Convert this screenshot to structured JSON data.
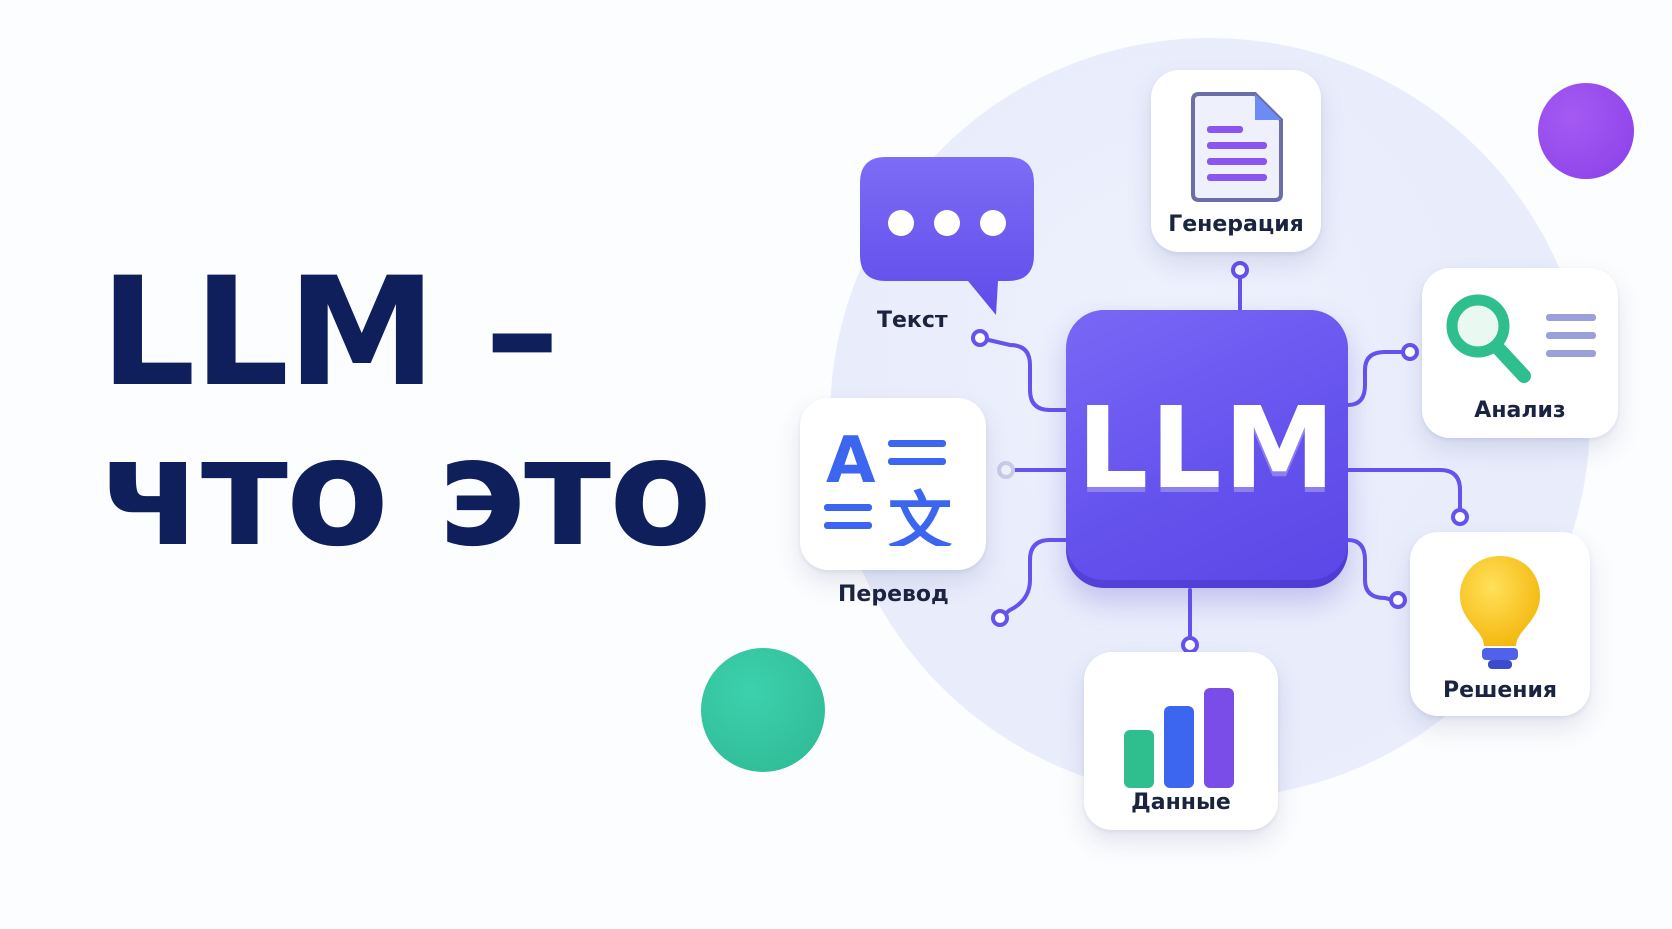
{
  "headline": {
    "line1": "LLM –",
    "line2": "что это"
  },
  "center_chip": {
    "label": "LLM",
    "color": "#6553ee"
  },
  "cards": {
    "text": {
      "label": "Текст",
      "icon": "chat-bubble-icon"
    },
    "generation": {
      "label": "Генерация",
      "icon": "document-icon"
    },
    "analysis": {
      "label": "Анализ",
      "icon": "magnifier-icon"
    },
    "translation": {
      "label": "Перевод",
      "icon": "translate-icon"
    },
    "decisions": {
      "label": "Решения",
      "icon": "lightbulb-icon"
    },
    "data": {
      "label": "Данные",
      "icon": "bar-chart-icon"
    }
  },
  "colors": {
    "navy": "#0f1f5c",
    "purple": "#6553ee",
    "violet_dot": "#8a3fe8",
    "green_dot": "#2db893",
    "bulb_yellow": "#f8c415",
    "blue": "#3c66f0"
  }
}
